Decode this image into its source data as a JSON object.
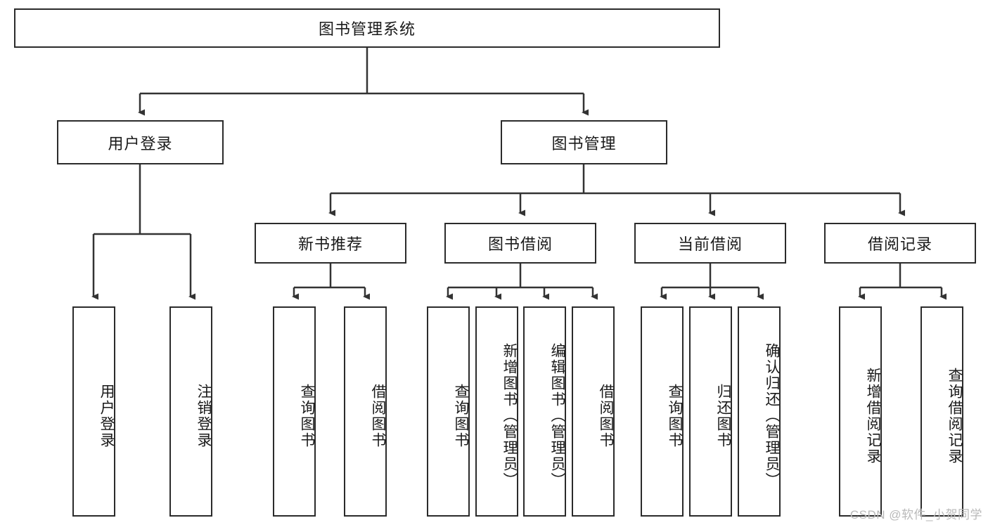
{
  "diagram": {
    "title": "图书管理系统",
    "type": "tree",
    "watermark": "CSDN @软件_小贺同学",
    "colors": {
      "box_border": "#2b2b2b",
      "box_fill": "#ffffff",
      "connector": "#333333",
      "text": "#1a1a1a",
      "watermark": "#b9b9b9"
    },
    "nodes": {
      "root": {
        "label": "图书管理系统",
        "level": 1,
        "orientation": "horizontal"
      },
      "l2": [
        {
          "id": "user-login",
          "label": "用户登录",
          "level": 2,
          "orientation": "horizontal"
        },
        {
          "id": "book-manage",
          "label": "图书管理",
          "level": 2,
          "orientation": "horizontal"
        }
      ],
      "l3": [
        {
          "id": "new-book-rec",
          "label": "新书推荐",
          "level": 3,
          "orientation": "horizontal"
        },
        {
          "id": "book-borrow",
          "label": "图书借阅",
          "level": 3,
          "orientation": "horizontal"
        },
        {
          "id": "current-borrow",
          "label": "当前借阅",
          "level": 3,
          "orientation": "horizontal"
        },
        {
          "id": "borrow-record",
          "label": "借阅记录",
          "level": 3,
          "orientation": "horizontal"
        }
      ],
      "leaves": [
        {
          "id": "leaf-user-login",
          "label": "用户登录",
          "parent": "user-login",
          "orientation": "vertical"
        },
        {
          "id": "leaf-user-logout",
          "label": "注销登录",
          "parent": "user-login",
          "orientation": "vertical"
        },
        {
          "id": "leaf-query-book-1",
          "label": "查询图书",
          "parent": "new-book-rec",
          "orientation": "vertical"
        },
        {
          "id": "leaf-borrow-book-1",
          "label": "借阅图书",
          "parent": "new-book-rec",
          "orientation": "vertical"
        },
        {
          "id": "leaf-query-book-2",
          "label": "查询图书",
          "parent": "book-borrow",
          "orientation": "vertical"
        },
        {
          "id": "leaf-add-book",
          "label": "新增图书（管理员）",
          "parent": "book-borrow",
          "orientation": "vertical"
        },
        {
          "id": "leaf-edit-book",
          "label": "编辑图书（管理员）",
          "parent": "book-borrow",
          "orientation": "vertical"
        },
        {
          "id": "leaf-borrow-book-2",
          "label": "借阅图书",
          "parent": "book-borrow",
          "orientation": "vertical"
        },
        {
          "id": "leaf-query-book-3",
          "label": "查询图书",
          "parent": "current-borrow",
          "orientation": "vertical"
        },
        {
          "id": "leaf-return-book",
          "label": "归还图书",
          "parent": "current-borrow",
          "orientation": "vertical"
        },
        {
          "id": "leaf-confirm-return",
          "label": "确认归还（管理员）",
          "parent": "current-borrow",
          "orientation": "vertical"
        },
        {
          "id": "leaf-add-record",
          "label": "新增借阅记录",
          "parent": "borrow-record",
          "orientation": "vertical"
        },
        {
          "id": "leaf-query-record",
          "label": "查询借阅记录",
          "parent": "borrow-record",
          "orientation": "vertical"
        }
      ]
    }
  }
}
